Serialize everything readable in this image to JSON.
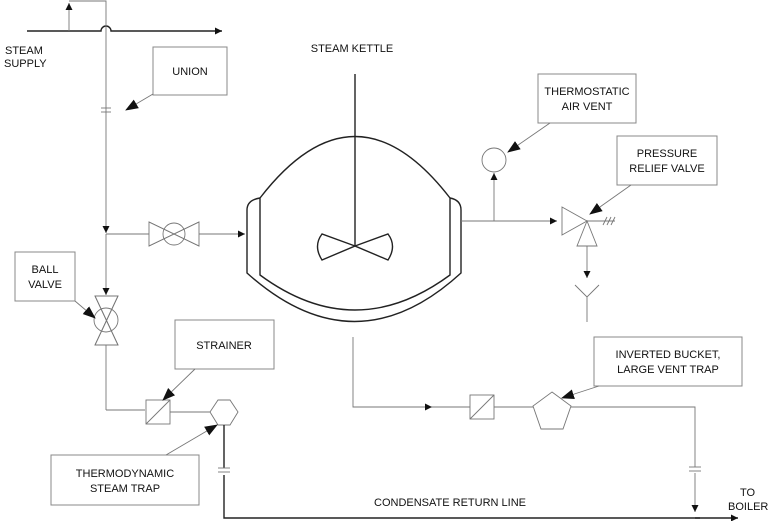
{
  "title": "STEAM KETTLE",
  "labels": {
    "steam_supply": [
      "STEAM",
      "SUPPLY"
    ],
    "condensate": "CONDENSATE RETURN LINE",
    "to_boiler": [
      "TO",
      "BOILER"
    ]
  },
  "callouts": {
    "union": [
      "UNION"
    ],
    "ball_valve": [
      "BALL",
      "VALVE"
    ],
    "strainer": [
      "STRAINER"
    ],
    "thermodynamic_trap": [
      "THERMODYNAMIC",
      "STEAM TRAP"
    ],
    "thermostatic_vent": [
      "THERMOSTATIC",
      "AIR VENT"
    ],
    "relief_valve": [
      "PRESSURE",
      "RELIEF VALVE"
    ],
    "bucket_trap": [
      "INVERTED BUCKET,",
      "LARGE VENT TRAP"
    ]
  },
  "components": [
    "union",
    "globe-valve",
    "ball-valve",
    "strainer",
    "thermodynamic-trap",
    "thermostatic-air-vent",
    "pressure-relief-valve",
    "inverted-bucket-trap",
    "agitator",
    "jacketed-kettle"
  ]
}
